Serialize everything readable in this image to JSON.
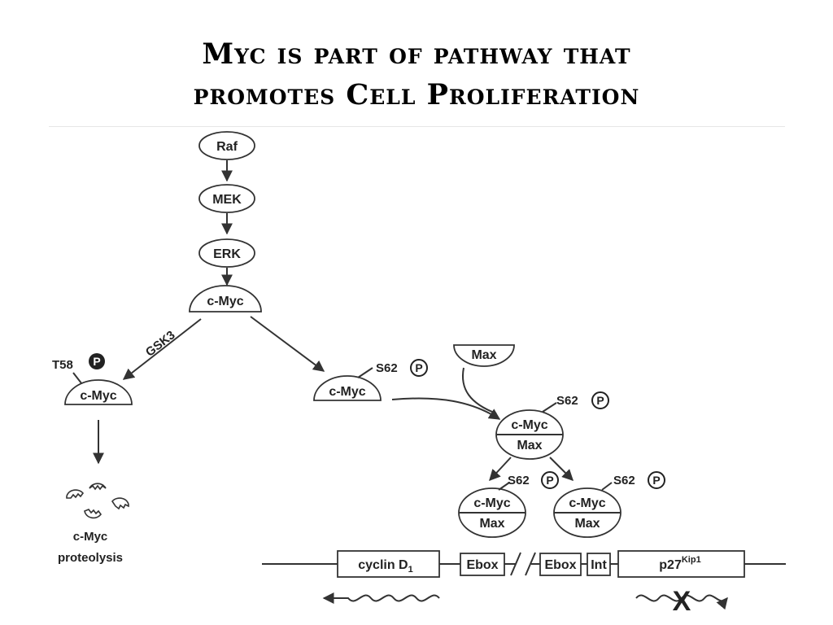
{
  "slide": {
    "title_line1": "Myc is part of pathway that",
    "title_line2": "promotes Cell Proliferation"
  },
  "diagram": {
    "raf": "Raf",
    "mek": "MEK",
    "erk": "ERK",
    "cmyc_top": "c-Myc",
    "gsk3": "GSK3",
    "t58": "T58",
    "cmyc_left": "c-Myc",
    "proteolysis_line1": "c-Myc",
    "proteolysis_line2": "proteolysis",
    "cmyc_mid": "c-Myc",
    "s62_mid": "S62",
    "max_top": "Max",
    "complex_center": {
      "top": "c-Myc",
      "bottom": "Max",
      "site": "S62"
    },
    "complex_left": {
      "top": "c-Myc",
      "bottom": "Max",
      "site": "S62"
    },
    "complex_right": {
      "top": "c-Myc",
      "bottom": "Max",
      "site": "S62"
    },
    "phospho": "P",
    "gene_cyclin": "cyclin D",
    "gene_cyclin_sub": "1",
    "ebox1": "Ebox",
    "ebox2": "Ebox",
    "int": "Int",
    "gene_p27": "p27",
    "gene_p27_sup": "Kip1",
    "block_mark": "X"
  },
  "colors": {
    "ink": "#222222",
    "stroke": "#333333",
    "rule": "#e6e6e6"
  }
}
